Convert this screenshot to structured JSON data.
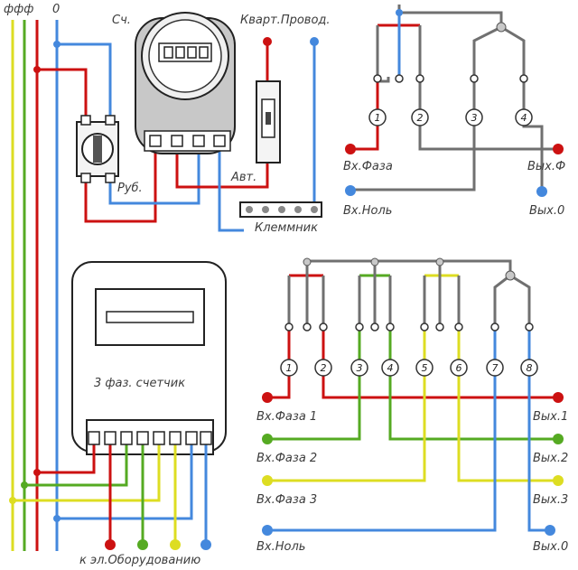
{
  "top_labels": {
    "phases": "ффф",
    "zero": "0"
  },
  "upper_diagram": {
    "meter_label": "Сч.",
    "meter_display": [
      "",
      "",
      "",
      ""
    ],
    "apartment_wiring": "Кварт.Провод.",
    "breaker": "Авт.",
    "switch": "Руб.",
    "terminal_block": "Клеммник"
  },
  "single_phase_scheme": {
    "terminals": [
      "1",
      "2",
      "3",
      "4"
    ],
    "phase_in": "Вх.Фаза",
    "zero_in": "Вх.Ноль",
    "phase_out": "Вых.Ф",
    "zero_out": "Вых.0"
  },
  "lower_diagram": {
    "meter_label": "3 фаз. счетчик",
    "to_equipment": "к эл.Оборудованию"
  },
  "three_phase_scheme": {
    "terminals": [
      "1",
      "2",
      "3",
      "4",
      "5",
      "6",
      "7",
      "8"
    ],
    "inputs": [
      "Вх.Фаза 1",
      "Вх.Фаза 2",
      "Вх.Фаза 3",
      "Вх.Ноль"
    ],
    "outputs": [
      "Вых.1",
      "Вых.2",
      "Вых.3",
      "Вых.0"
    ]
  },
  "colors": {
    "phase1": "#cc1111",
    "phase2": "#55aa22",
    "phase3": "#dddd22",
    "zero": "#4488dd",
    "wire_gray": "#707070"
  }
}
